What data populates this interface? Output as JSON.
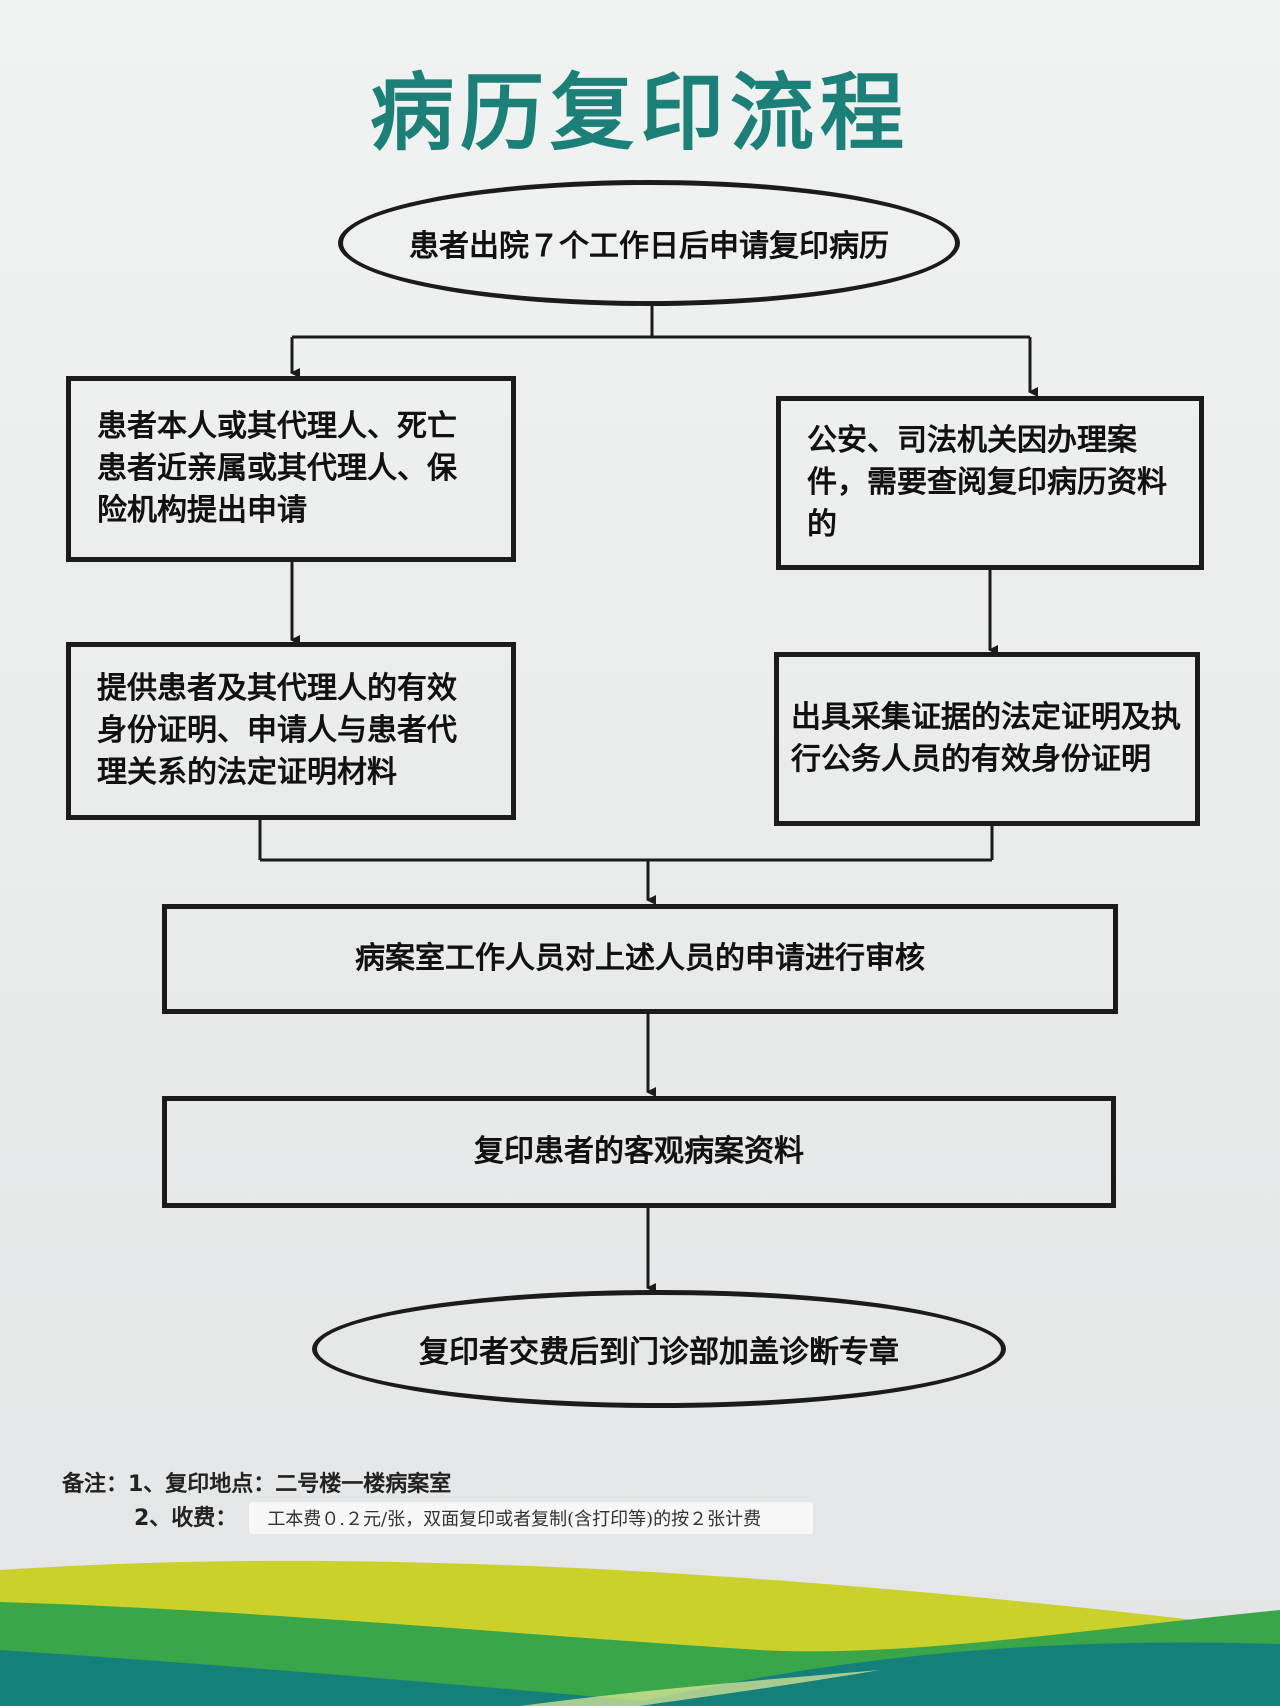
{
  "title": "病历复印流程",
  "colors": {
    "title": "#1c7f78",
    "line": "#1b1b1b",
    "band_yellow": "#c9d12a",
    "band_green": "#3aa64a",
    "band_teal": "#15807a"
  },
  "flow": {
    "start": "患者出院７个工作日后申请复印病历",
    "left_request": "患者本人或其代理人、死亡患者近亲属或其代理人、保险机构提出申请",
    "left_documents": "提供患者及其代理人的有效身份证明、申请人与患者代理关系的法定证明材料",
    "right_request": "公安、司法机关因办理案件，需要查阅复印病历资料的",
    "right_documents": "出具采集证据的法定证明及执行公务人员的有效身份证明",
    "review": "病案室工作人员对上述人员的申请进行审核",
    "copy": "复印患者的客观病案资料",
    "end": "复印者交费后到门诊部加盖诊断专章"
  },
  "notes": {
    "line1": "备注：1、复印地点：二号楼一楼病案室",
    "line2_label": "2、收费：",
    "line2_fee": "工本费０.２元/张，双面复印或者复制(含打印等)的按２张计费"
  }
}
